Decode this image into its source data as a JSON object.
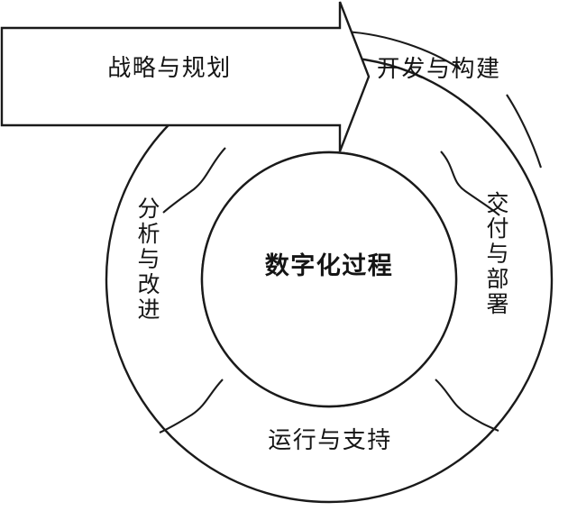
{
  "diagram": {
    "title": "数字化过程",
    "type": "cycle-diagram",
    "center": {
      "label": "数字化过程"
    },
    "banner": {
      "label": "战略与规划",
      "shape": "arrow-banner"
    },
    "segments": [
      {
        "id": "develop",
        "label": "开发与构建",
        "position": "top-right",
        "orientation": "horizontal"
      },
      {
        "id": "deliver",
        "label": "交付与部署",
        "position": "right",
        "orientation": "vertical"
      },
      {
        "id": "operate",
        "label": "运行与支持",
        "position": "bottom",
        "orientation": "horizontal"
      },
      {
        "id": "analyze",
        "label": "分析与改进",
        "position": "left",
        "orientation": "vertical"
      }
    ],
    "colors": {
      "stroke": "#1a1a1a",
      "fill": "#ffffff",
      "background": "#ffffff"
    }
  }
}
